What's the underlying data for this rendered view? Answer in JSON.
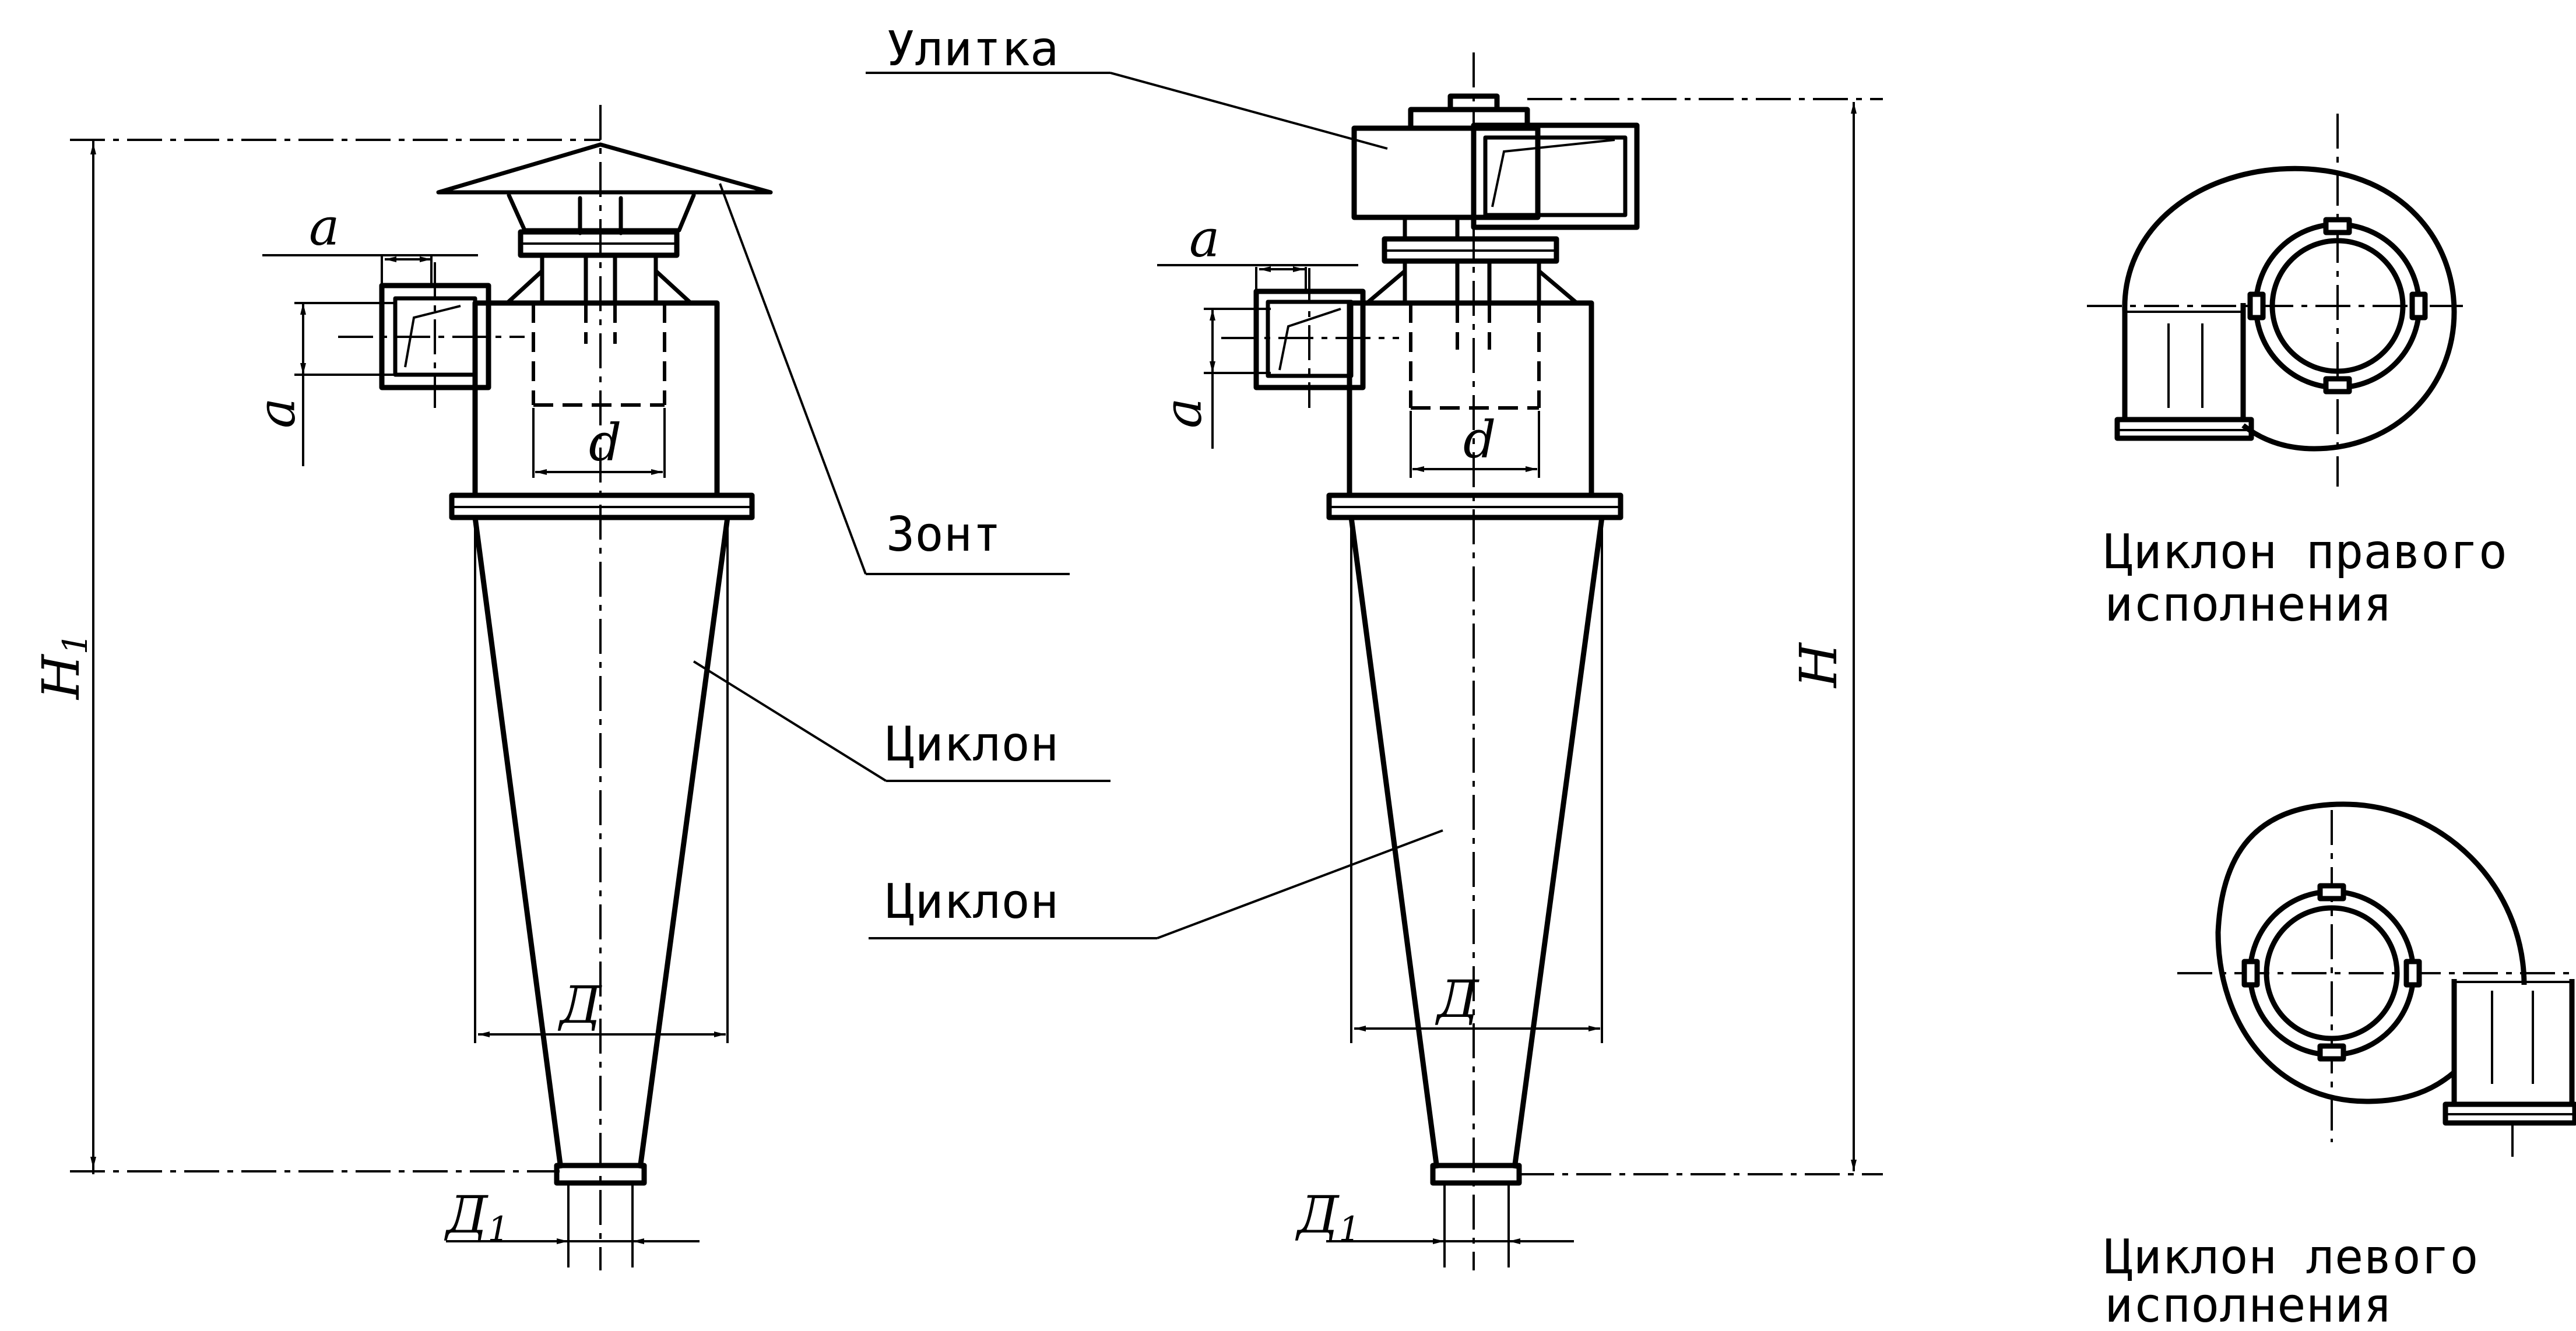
{
  "labels": {
    "ulitka": "Улитка",
    "zont": "Зонт",
    "ciklon_1": "Циклон",
    "ciklon_2": "Циклон",
    "right_version_line1": "Циклон правого",
    "right_version_line2": "исполнения",
    "left_version_line1": "Циклон левого",
    "left_version_line2": "исполнения"
  },
  "dimensions": {
    "a": "a",
    "d": "d",
    "D": "Д",
    "D1": "Д",
    "D1_sub": "1",
    "H": "H",
    "H1": "H",
    "H1_sub": "1"
  }
}
